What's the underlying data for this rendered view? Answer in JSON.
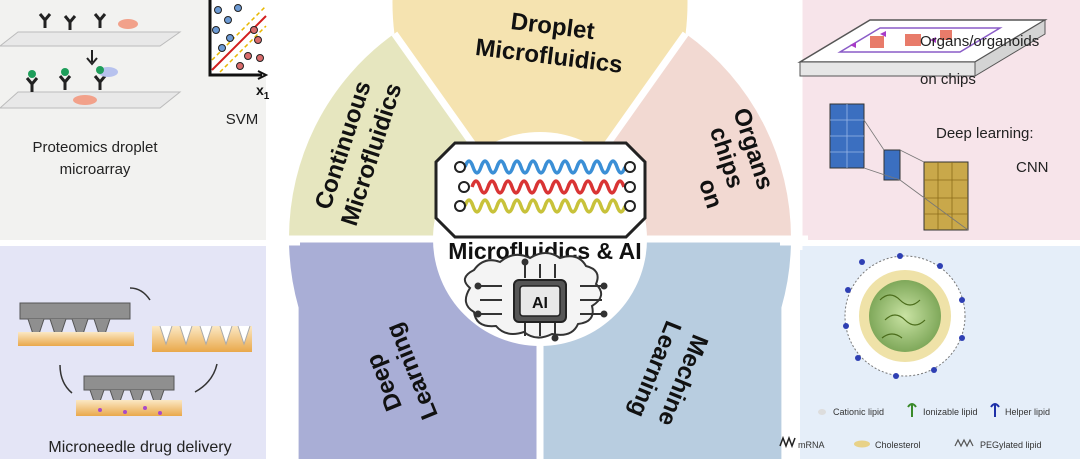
{
  "center": {
    "title": "Microfluidics & AI",
    "chip_label": "AI"
  },
  "sectors": {
    "continuous": {
      "line1": "Continuous",
      "line2": "Microfluidics"
    },
    "droplet": {
      "line1": "Droplet",
      "line2": "Microfluidics"
    },
    "organs": {
      "line1": "Organs",
      "line2": "on",
      "line3": "chips"
    },
    "deep": {
      "line1": "Deep",
      "line2": "Learning"
    },
    "machine": {
      "line1": "Mechine",
      "line2": "Learning"
    }
  },
  "panels": {
    "proteomics": {
      "line1": "Proteomics droplet",
      "line2": "microarray"
    },
    "svm": {
      "label": "SVM",
      "axis_label": "x",
      "axis_sub": "1"
    },
    "organoids": {
      "line1": "Organs/organoids",
      "line2": "on chips"
    },
    "cnn": {
      "line1": "Deep learning:",
      "line2": "CNN"
    },
    "microneedle": {
      "label": "Microneedle drug delivery"
    },
    "lnp_legend": {
      "cationic": "Cationic lipid",
      "ionizable": "Ionizable lipid",
      "helper": "Helper lipid",
      "mrna": "mRNA",
      "cholesterol": "Cholesterol",
      "pegylated": "PEGylated lipid"
    }
  },
  "colors": {
    "continuous": "#e6e6bf",
    "droplet": "#f5e3b0",
    "organs": "#f2d9d2",
    "deep": "#a9aed6",
    "machine": "#b8cde0",
    "wave_blue": "#3b8fd6",
    "wave_red": "#d93434",
    "wave_yellow": "#c8c23a"
  }
}
